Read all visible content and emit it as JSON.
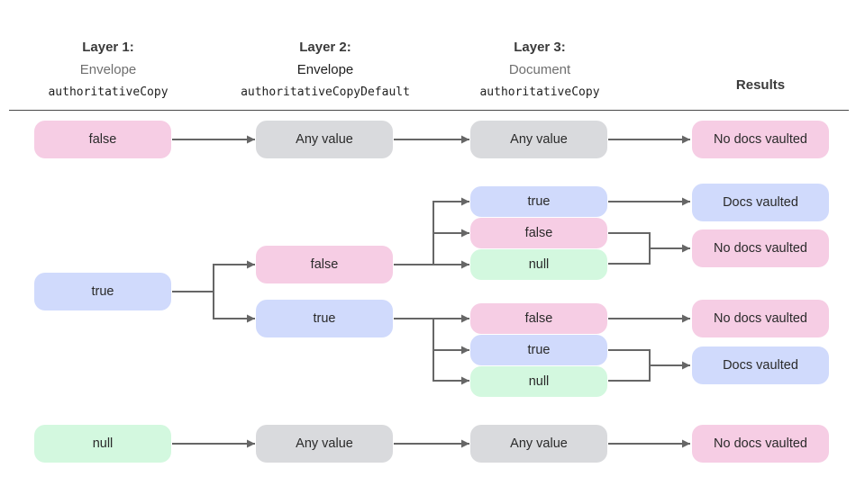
{
  "headers": {
    "layer1": {
      "title": "Layer 1:",
      "scope": "Envelope",
      "field": "authoritativeCopy"
    },
    "layer2": {
      "title": "Layer 2:",
      "scope": "Envelope",
      "field": "authoritativeCopyDefault"
    },
    "layer3": {
      "title": "Layer 3:",
      "scope": "Document",
      "field": "authoritativeCopy"
    },
    "results": {
      "title": "Results"
    }
  },
  "colors": {
    "pink": "#f6cde4",
    "blue": "#d0dafc",
    "green": "#d3f8df",
    "gray": "#d9dadd",
    "line": "#666666"
  },
  "layer1": [
    "false",
    "true",
    "null"
  ],
  "layer2": {
    "row_false": "Any value",
    "true_false": "false",
    "true_true": "true",
    "row_null": "Any value"
  },
  "layer3": {
    "row_false": "Any value",
    "tf_true": "true",
    "tf_false": "false",
    "tf_null": "null",
    "tt_false": "false",
    "tt_true": "true",
    "tt_null": "null",
    "row_null": "Any value"
  },
  "results": {
    "row_false": "No docs vaulted",
    "tf_vaulted": "Docs vaulted",
    "tf_not_vaulted": "No docs vaulted",
    "tt_not_vaulted": "No docs vaulted",
    "tt_vaulted": "Docs vaulted",
    "row_null": "No docs vaulted"
  }
}
